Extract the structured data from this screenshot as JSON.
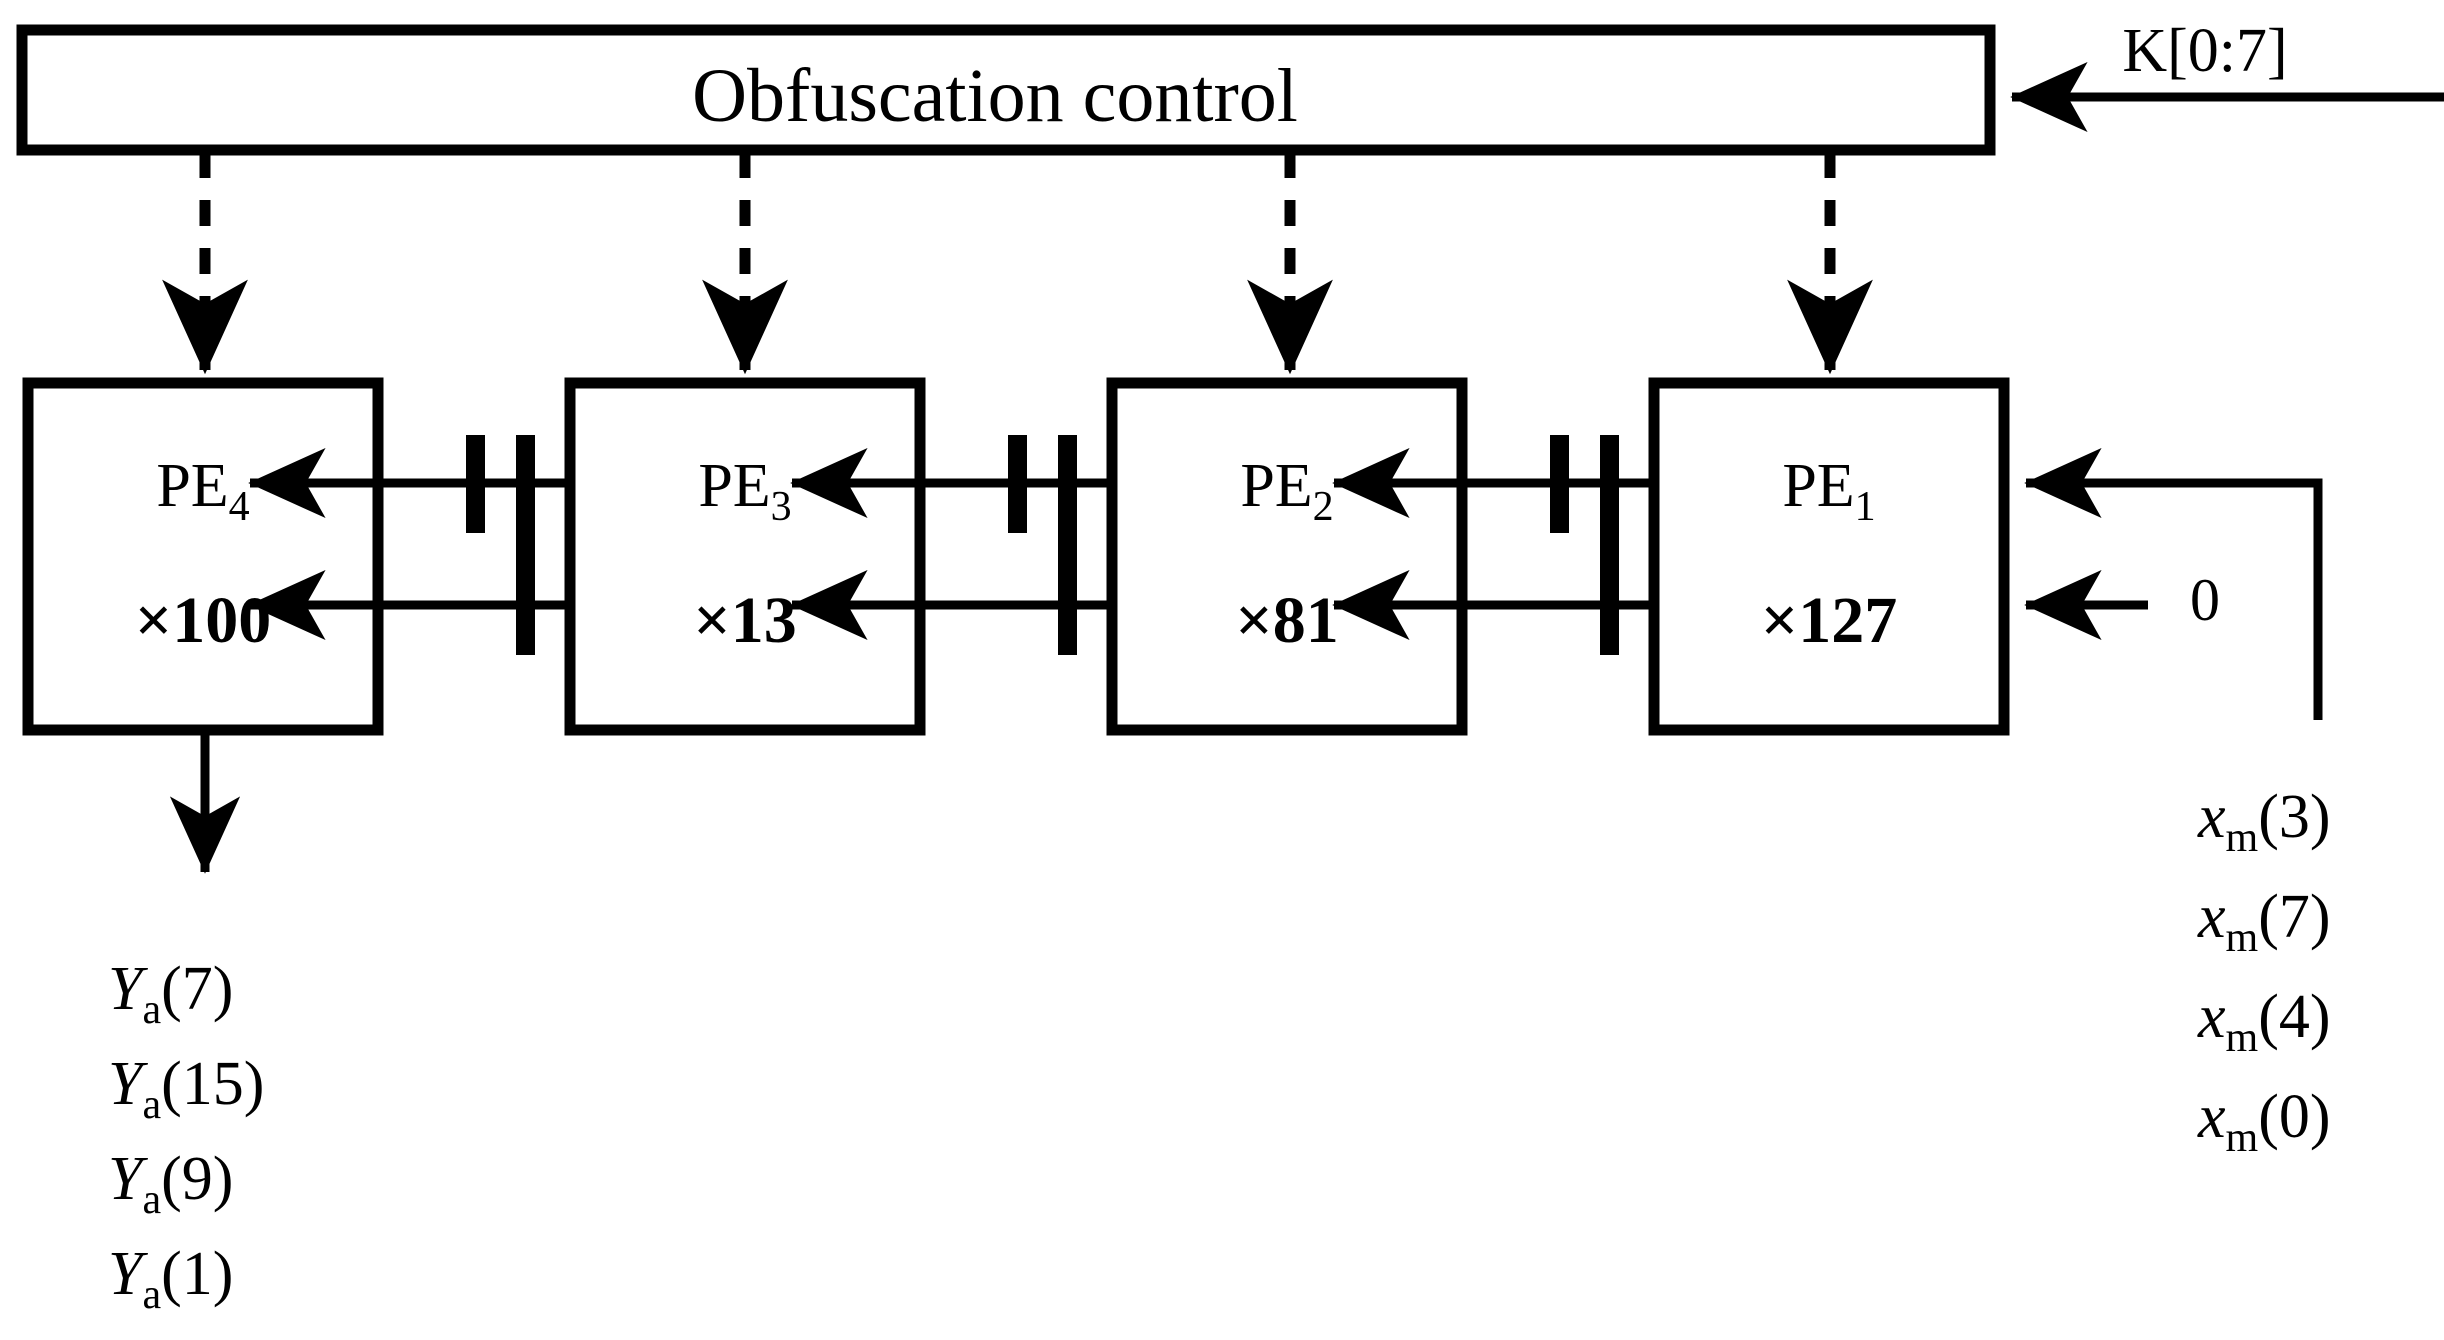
{
  "diagram": {
    "title": "Obfuscation control",
    "key_input": {
      "label": "K[0:7]",
      "icon": "arrow-left-icon"
    },
    "pe_stages": [
      {
        "name": "PE",
        "index": "4",
        "multiplier": "×100"
      },
      {
        "name": "PE",
        "index": "3",
        "multiplier": "×13"
      },
      {
        "name": "PE",
        "index": "2",
        "multiplier": "×81"
      },
      {
        "name": "PE",
        "index": "1",
        "multiplier": "×127"
      }
    ],
    "constant_input": "0",
    "outputs": {
      "symbol": "Y",
      "subscript": "a",
      "items": [
        {
          "symbol": "Y",
          "subscript": "a",
          "arg": "(7)"
        },
        {
          "symbol": "Y",
          "subscript": "a",
          "arg": "(15)"
        },
        {
          "symbol": "Y",
          "subscript": "a",
          "arg": "(9)"
        },
        {
          "symbol": "Y",
          "subscript": "a",
          "arg": "(1)"
        }
      ]
    },
    "inputs": {
      "symbol": "x",
      "subscript": "m",
      "items": [
        {
          "symbol": "x",
          "subscript": "m",
          "arg": "(3)"
        },
        {
          "symbol": "x",
          "subscript": "m",
          "arg": "(7)"
        },
        {
          "symbol": "x",
          "subscript": "m",
          "arg": "(4)"
        },
        {
          "symbol": "x",
          "subscript": "m",
          "arg": "(0)"
        }
      ]
    },
    "registers": [
      {
        "name": "register-pair-pe3-pe4"
      },
      {
        "name": "register-pair-pe2-pe3"
      },
      {
        "name": "register-pair-pe1-pe2"
      }
    ],
    "colors": {
      "stroke": "#000000",
      "background": "#ffffff"
    }
  }
}
